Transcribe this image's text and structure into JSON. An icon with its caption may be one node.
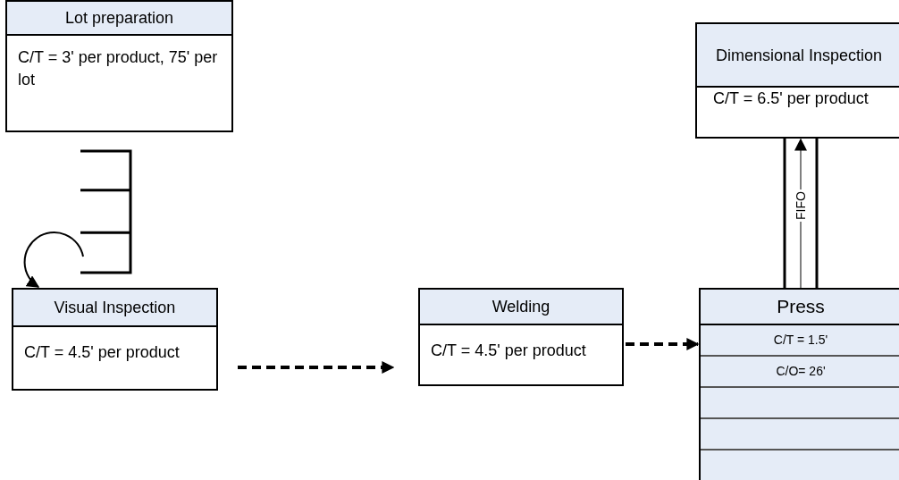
{
  "diagram": {
    "nodes": [
      {
        "text": [
          "Lot preparation",
          "C/T = 3' per product, 75' per lot"
        ]
      },
      {
        "text": [
          "Dimensional Inspection",
          "C/T = 6.5' per product"
        ]
      },
      {
        "text": [],
        "shape": "supermarket"
      },
      {
        "text": [
          "Visual Inspection",
          "C/T = 4.5' per product"
        ]
      },
      {
        "text": [
          "Welding",
          "C/T = 4.5' per product"
        ]
      },
      {
        "text": [
          "Press",
          "C/T = 1.5'",
          "C/O= 26'"
        ]
      }
    ],
    "edges": [
      {
        "from": 2,
        "to": 3,
        "arrow": "to"
      },
      {
        "from": 3,
        "to": 4,
        "arrow": "to",
        "style": "dashed"
      },
      {
        "from": 4,
        "to": 5,
        "arrow": "to",
        "style": "dashed"
      },
      {
        "from": 5,
        "to": 1,
        "arrow": "to",
        "label": "FIFO"
      }
    ]
  }
}
